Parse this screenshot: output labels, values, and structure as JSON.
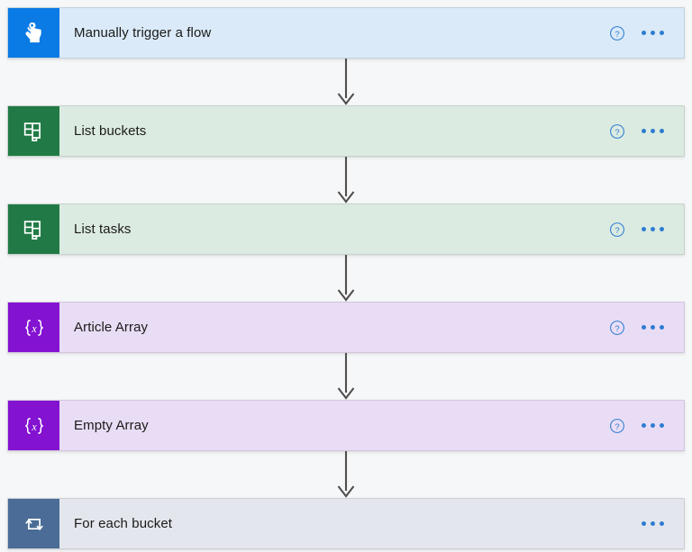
{
  "canvas": {
    "background_color": "#f6f7f8",
    "arrow_color": "#504f4e"
  },
  "actions": {
    "help_label": "?",
    "help_icon_name": "help-question-icon",
    "more_icon_name": "more-options-icon",
    "accent_color": "#2e7dd1"
  },
  "steps": [
    {
      "title": "Manually trigger a flow",
      "icon": "tap-hand-icon",
      "icon_bg": "#0a7ae5",
      "body_bg": "#daeaf8",
      "has_help": true,
      "has_more": true
    },
    {
      "title": "List buckets",
      "icon": "planner-board-icon",
      "icon_bg": "#217a46",
      "body_bg": "#dcebe1",
      "has_help": true,
      "has_more": true
    },
    {
      "title": "List tasks",
      "icon": "planner-board-icon",
      "icon_bg": "#217a46",
      "body_bg": "#dcebe1",
      "has_help": true,
      "has_more": true
    },
    {
      "title": "Article Array",
      "icon": "variable-braces-icon",
      "icon_bg": "#8312d1",
      "body_bg": "#e9ddf5",
      "has_help": true,
      "has_more": true
    },
    {
      "title": "Empty Array",
      "icon": "variable-braces-icon",
      "icon_bg": "#8312d1",
      "body_bg": "#e9ddf5",
      "has_help": true,
      "has_more": true
    },
    {
      "title": "For each bucket",
      "icon": "loop-repeat-icon",
      "icon_bg": "#4a6c96",
      "body_bg": "#e3e7ed",
      "has_help": false,
      "has_more": true
    }
  ],
  "connectors": [
    {
      "name": "connector-1"
    },
    {
      "name": "connector-2"
    },
    {
      "name": "connector-3"
    },
    {
      "name": "connector-4"
    },
    {
      "name": "connector-5"
    }
  ]
}
